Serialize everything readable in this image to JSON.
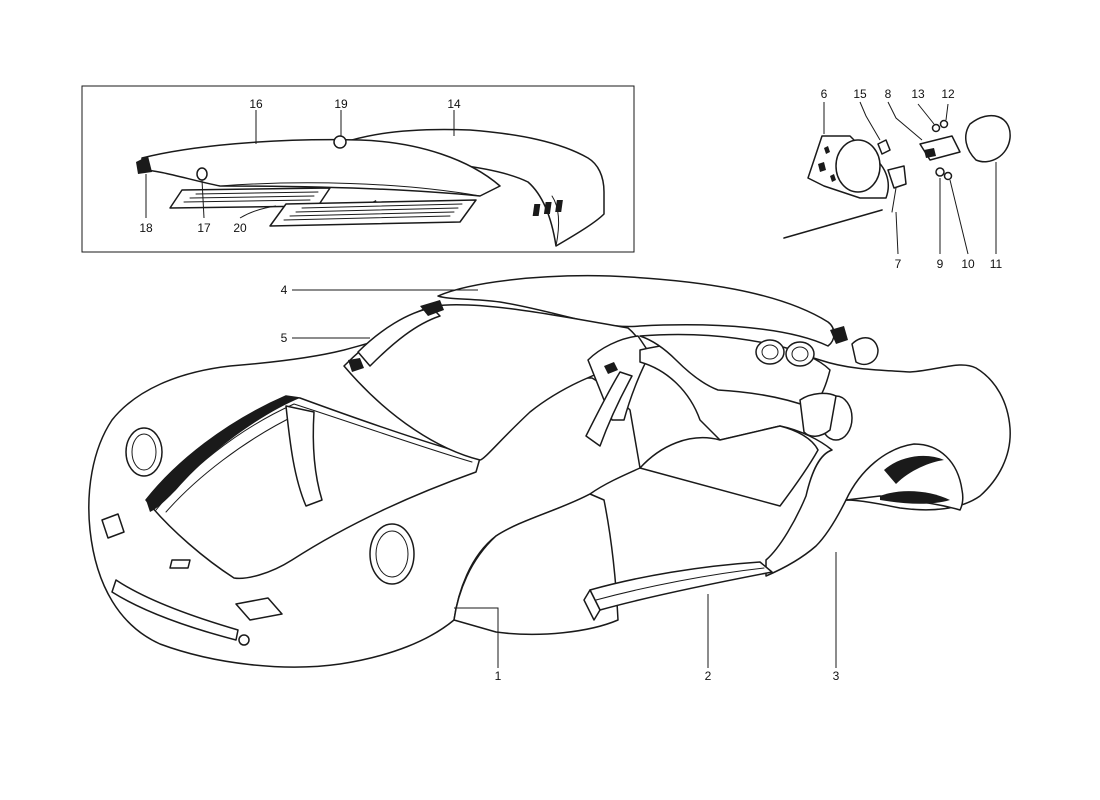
{
  "callouts": [
    {
      "id": "1",
      "label": "1"
    },
    {
      "id": "2",
      "label": "2"
    },
    {
      "id": "3",
      "label": "3"
    },
    {
      "id": "4",
      "label": "4"
    },
    {
      "id": "5",
      "label": "5"
    },
    {
      "id": "6",
      "label": "6"
    },
    {
      "id": "7",
      "label": "7"
    },
    {
      "id": "8",
      "label": "8"
    },
    {
      "id": "9",
      "label": "9"
    },
    {
      "id": "10",
      "label": "10"
    },
    {
      "id": "11",
      "label": "11"
    },
    {
      "id": "12",
      "label": "12"
    },
    {
      "id": "13",
      "label": "13"
    },
    {
      "id": "14",
      "label": "14"
    },
    {
      "id": "15",
      "label": "15"
    },
    {
      "id": "16",
      "label": "16"
    },
    {
      "id": "17",
      "label": "17"
    },
    {
      "id": "18",
      "label": "18"
    },
    {
      "id": "19",
      "label": "19"
    },
    {
      "id": "20",
      "label": "20"
    }
  ]
}
